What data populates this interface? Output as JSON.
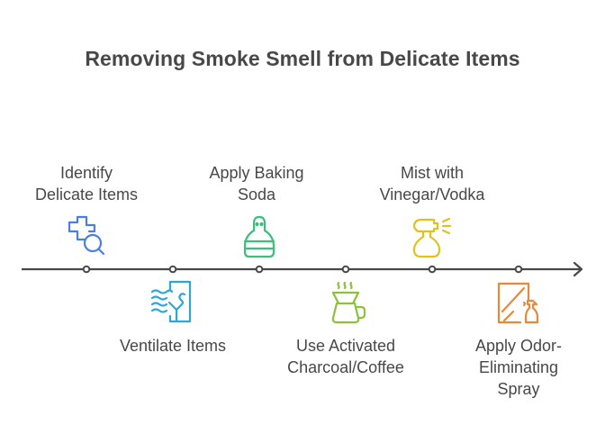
{
  "title": "Removing Smoke Smell from Delicate Items",
  "steps": [
    {
      "label": "Identify Delicate Items",
      "lines": [
        "Identify",
        "Delicate Items"
      ],
      "icon": "medical-search-icon",
      "color": "#4a7fe0",
      "position": "above"
    },
    {
      "label": "Ventilate Items",
      "lines": [
        "Ventilate Items"
      ],
      "icon": "window-wind-icon",
      "color": "#2ba8d8",
      "position": "below"
    },
    {
      "label": "Apply Baking Soda",
      "lines": [
        "Apply Baking",
        "Soda"
      ],
      "icon": "shaker-icon",
      "color": "#3cbf7a",
      "position": "above"
    },
    {
      "label": "Use Activated Charcoal/Coffee",
      "lines": [
        "Use Activated",
        "Charcoal/Coffee"
      ],
      "icon": "coffee-pour-over-icon",
      "color": "#8ac23a",
      "position": "below"
    },
    {
      "label": "Mist with Vinegar/Vodka",
      "lines": [
        "Mist with",
        "Vinegar/Vodka"
      ],
      "icon": "spray-bottle-icon",
      "color": "#e0c21a",
      "position": "above"
    },
    {
      "label": "Apply Odor-Eliminating Spray",
      "lines": [
        "Apply Odor-",
        "Eliminating",
        "Spray"
      ],
      "icon": "mirror-cleaner-icon",
      "color": "#e8893a",
      "position": "below"
    }
  ],
  "axis_color": "#484848"
}
